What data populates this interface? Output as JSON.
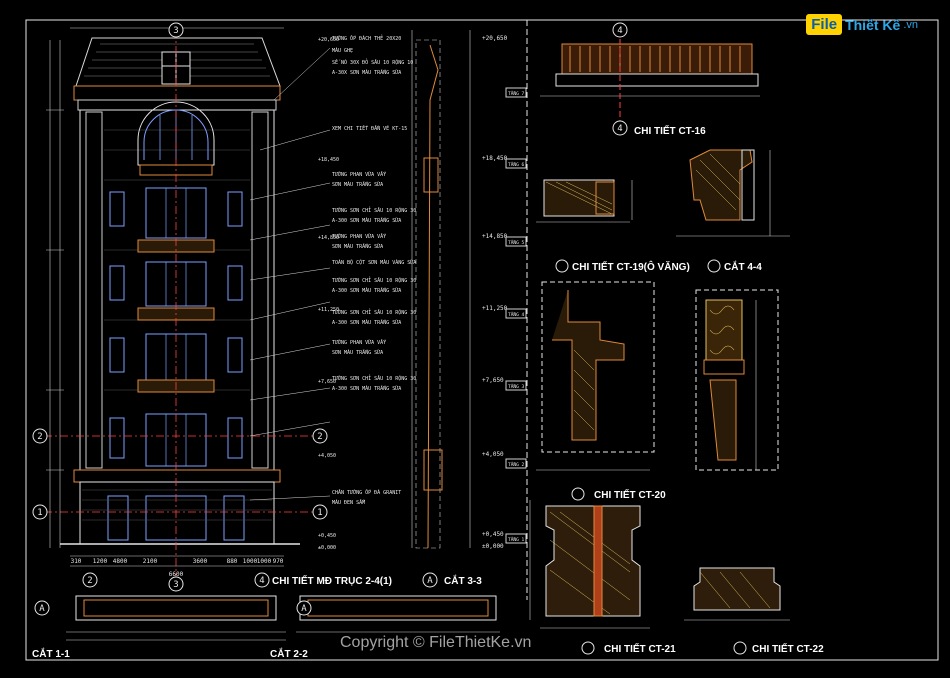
{
  "watermark": {
    "logo_box": "File",
    "logo_text": "Thiết Kế",
    "logo_domain": ".vn",
    "copyright": "Copyright © FileThietKe.vn"
  },
  "titles": {
    "cat_1_1": "CẮT 1-1",
    "cat_2_2": "CẮT 2-2",
    "cat_3_3": "CẮT 3-3",
    "cat_4_4": "CẮT 4-4",
    "chi_tiet_md": "CHI TIẾT MĐ TRỤC 2-4(1)",
    "ct16": "CHI TIẾT CT-16",
    "ct19": "CHI TIẾT CT-19(Ô VĂNG)",
    "ct20": "CHI TIẾT CT-20",
    "ct21": "CHI TIẾT CT-21",
    "ct22": "CHI TIẾT CT-22"
  },
  "axis_bubbles": {
    "a3": "3",
    "a2": "2",
    "a1": "1",
    "b2": "2",
    "b3": "3",
    "b4": "4",
    "bA": "A",
    "c4a": "4",
    "c4b": "4"
  },
  "annotations": [
    "TƯỜNG ỐP ĐÁCH THẺ 20X20",
    "MÀU GHẸ",
    "SẾ NÓ 30X ĐỎ SÂU 10 RỘNG 10",
    "A-30X SƠN MÀU TRẮNG SỮA",
    "XEM CHI TIẾT ĐẦN VẼ KT-15",
    "TƯỜNG PHAN VỮA VẤY",
    "SƠN MÀU TRẮNG SỮA",
    "TƯỜNG SƠN CHỈ SÂU 10 RỘNG 30",
    "A-300 SƠN MÀU TRẮNG SỮA",
    "TƯỜNG PHAN VỮA VẤY",
    "SƠN MÀU TRẮNG SỮA",
    "TOÀN BỘ CỘT SƠN MÀU VÀNG SỮA",
    "TƯỜNG SƠN CHỈ SÂU 10 RỘNG 30",
    "A-300 SƠN MÀU TRẮNG SỮA",
    "TƯỜNG SƠN CHỈ SÂU 10 RỘNG 30",
    "A-300 SƠN MÀU TRẮNG SỮA",
    "TƯỜNG PHAN VỮA VẤY",
    "SƠN MÀU TRẮNG SỮA",
    "TƯỜNG SƠN CHỈ SÂU 10 RỘNG 30",
    "A-300 SƠN MÀU TRẮNG SỮA",
    "CHÂN TƯỜNG ỐP ĐÁ GRANIT",
    "MÀU ĐEN SẪM"
  ],
  "levels": [
    "+20,650",
    "+18,450",
    "+14,850",
    "+11,250",
    "+7,650",
    "+4,050",
    "+0,450",
    "±0,000"
  ],
  "tags": [
    "TẦNG 7",
    "TẦNG 6",
    "TẦNG 5",
    "TẦNG 4",
    "TẦNG 3",
    "TẦNG 2",
    "TẦNG 1"
  ],
  "dims_bottom": [
    "310",
    "1200",
    "4800",
    "2100",
    "3600",
    "880",
    "1000",
    "1000",
    "970"
  ],
  "dims_total": "6600",
  "colors": {
    "bg": "#000000",
    "line": "#e6e6e6",
    "dim": "#d0d0d0",
    "accent_orange": "#e08a3a",
    "window_blue": "#7aa0ff",
    "hatch_yellow": "#e0c060",
    "axis_red": "#ff4040"
  }
}
